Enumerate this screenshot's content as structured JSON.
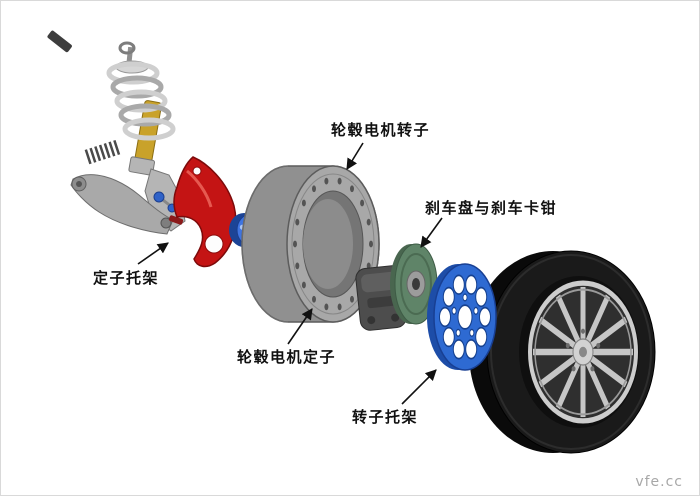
{
  "diagram": {
    "labels": {
      "hub_motor_rotor": "轮毂电机转子",
      "brake_disc_and_caliper": "刹车盘与刹车卡钳",
      "stator_bracket": "定子托架",
      "hub_motor_stator": "轮毂电机定子",
      "rotor_bracket": "转子托架"
    },
    "watermark": "vfe.cc",
    "colors": {
      "background": "#ffffff",
      "label_text": "#111111",
      "stator_bracket_red": "#c41414",
      "rotor_bracket_blue": "#2e6ad2",
      "brake_disc_green": "#5f8468",
      "motor_ring_gray": "#a8a8a8",
      "tire_black": "#1a1a1a",
      "hub_bearing_blue": "#3f74e0",
      "shock_absorber_yellow": "#c9a22a",
      "watermark_gray": "#a8a8a8"
    }
  }
}
